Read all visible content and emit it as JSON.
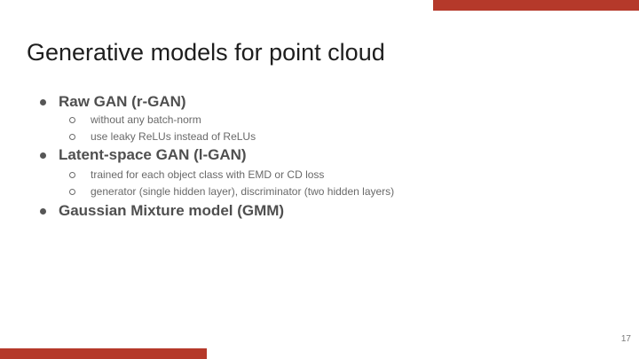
{
  "slide": {
    "title": "Generative models for point cloud",
    "page_number": "17",
    "accent_color": "#b5392a",
    "bullets": [
      {
        "label": "Raw GAN (r-GAN)",
        "sub": [
          "without any batch-norm",
          "use leaky ReLUs instead of ReLUs"
        ]
      },
      {
        "label": "Latent-space GAN (l-GAN)",
        "sub": [
          "trained for each object class with EMD or CD loss",
          "generator (single hidden layer), discriminator (two hidden layers)"
        ]
      },
      {
        "label": "Gaussian Mixture model (GMM)",
        "sub": []
      }
    ]
  }
}
